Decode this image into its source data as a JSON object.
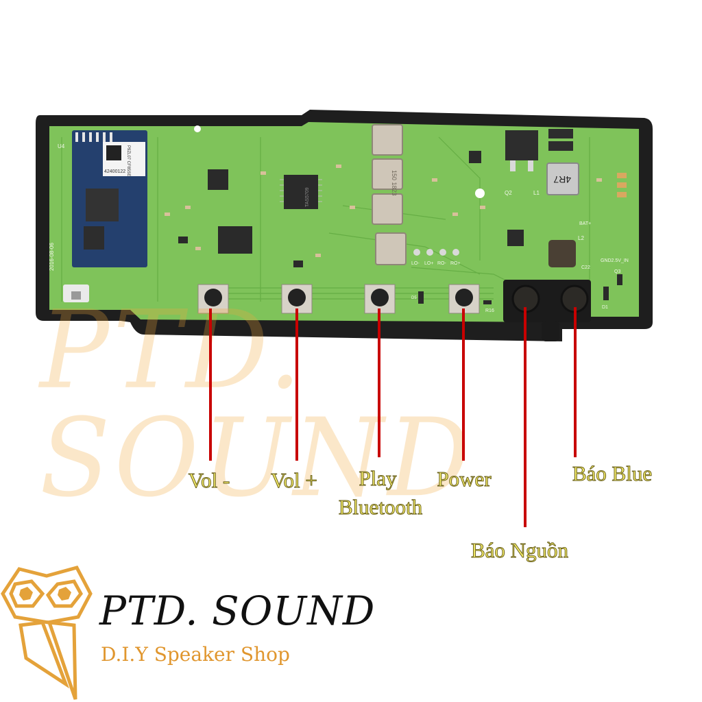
{
  "watermark": "PTD. SOUND",
  "brand": {
    "name": "PTD. SOUND",
    "tagline": "D.I.Y Speaker Shop",
    "accent_color": "#e4a23a"
  },
  "board": {
    "module_label": "42400122",
    "module_marking": "P9ZL07 CF85SE",
    "chip_marking": "TAS5709",
    "inductor_marking": "150 1823",
    "power_inductor_marking": "4R7",
    "date_marking": "2016-08-06",
    "silkscreen": [
      "U4",
      "LO-",
      "LO+",
      "RO-",
      "RO+",
      "Q2",
      "L1",
      "L2",
      "BAT+",
      "GND2.5V_IN",
      "C22",
      "Q3",
      "D1",
      "R16",
      "D5"
    ]
  },
  "callouts": [
    {
      "id": "vol-minus",
      "label": "Vol -"
    },
    {
      "id": "vol-plus",
      "label": "Vol +"
    },
    {
      "id": "play-bluetooth",
      "label_line1": "Play",
      "label_line2": "Bluetooth"
    },
    {
      "id": "power",
      "label": "Power"
    },
    {
      "id": "bao-nguon",
      "label": "Báo Nguồn"
    },
    {
      "id": "bao-blue",
      "label": "Báo Blue"
    }
  ],
  "colors": {
    "pcb": "#7fc35a",
    "gasket": "#1c1c1c",
    "leader_line": "#c80000",
    "label_fill": "#f6ee6a"
  }
}
